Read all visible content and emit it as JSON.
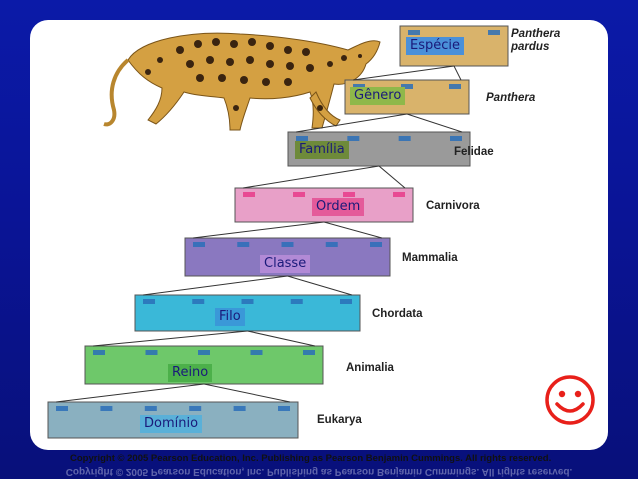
{
  "diagram": {
    "levels": [
      {
        "label": "Espécie",
        "taxon": "Panthera pardus",
        "taxon_line1": "Panthera",
        "taxon_line2": "pardus",
        "color": "#d9b36b",
        "label_bg": "#4a90d9"
      },
      {
        "label": "Gênero",
        "taxon": "Panthera",
        "color": "#d9b36b",
        "label_bg": "#8fb84a"
      },
      {
        "label": "Família",
        "taxon": "Felidae",
        "color": "#9a9a9a",
        "label_bg": "#6e8a3a"
      },
      {
        "label": "Ordem",
        "taxon": "Carnivora",
        "color": "#e8a0c8",
        "label_bg": "#e45a9a"
      },
      {
        "label": "Classe",
        "taxon": "Mammalia",
        "color": "#8a78c0",
        "label_bg": "#b28ad6"
      },
      {
        "label": "Filo",
        "taxon": "Chordata",
        "color": "#3ab8d8",
        "label_bg": "#3a98d8"
      },
      {
        "label": "Reino",
        "taxon": "Animalia",
        "color": "#6ec86a",
        "label_bg": "#4cb04a"
      },
      {
        "label": "Domínio",
        "taxon": "Eukarya",
        "color": "#8ab0c0",
        "label_bg": "#5ab0d8"
      }
    ],
    "copyright": "Copyright © 2005 Pearson Education, Inc. Publishing as Pearson Benjamin Cummings. All rights reserved.",
    "smiley": "☺",
    "colors": {
      "background": "#0a1496",
      "slide": "#ffffff",
      "smiley": "#e8201a"
    }
  }
}
